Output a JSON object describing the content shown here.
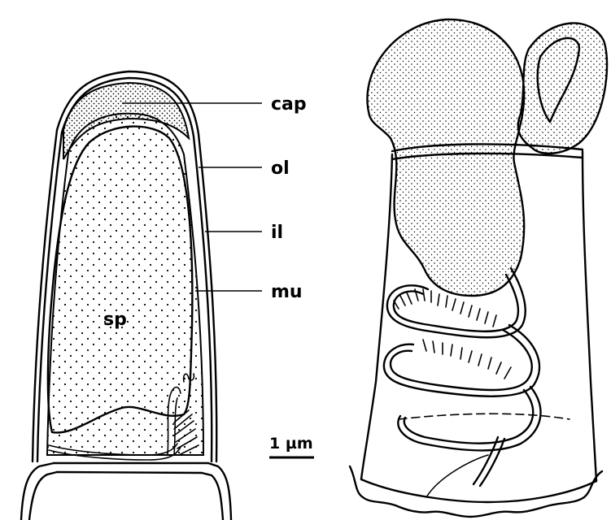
{
  "labels": {
    "cap": "cap",
    "ol": "ol",
    "il": "il",
    "mu": "mu",
    "sp": "sp"
  },
  "scale_bar": {
    "label": "1 µm"
  },
  "colors": {
    "ink": "#000000",
    "background": "#ffffff"
  }
}
